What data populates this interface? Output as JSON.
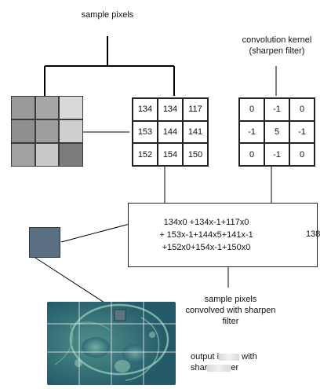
{
  "labels": {
    "sample_pixels": "sample pixels",
    "kernel_line1": "convolution kernel",
    "kernel_line2": "(sharpen filter)",
    "convolved_line1": "sample pixels",
    "convolved_line2": "convolved with sharpen",
    "convolved_line3": "filter",
    "output_line1": "output i",
    "output_line1_b": "with",
    "output_line2": "shar",
    "output_line2_b": "er"
  },
  "sample_grey_swatches": [
    "#9a9a9a",
    "#a6a6a6",
    "#d9d9d9",
    "#8f8f8f",
    "#9d9d9d",
    "#cfcfcf",
    "#a2a2a2",
    "#c9c9c9",
    "#7c7c7c"
  ],
  "sample_values": [
    [
      "134",
      "134",
      "117"
    ],
    [
      "153",
      "144",
      "141"
    ],
    [
      "152",
      "154",
      "150"
    ]
  ],
  "kernel_values": [
    [
      "0",
      "-1",
      "0"
    ],
    [
      "-1",
      "5",
      "-1"
    ],
    [
      "0",
      "-1",
      "0"
    ]
  ],
  "equation": {
    "line1": "134x0 +134x-1+117x0",
    "line2": "+ 153x-1+144x5+141x-1",
    "line3": "+152x0+154x-1+150x0",
    "result": "138"
  },
  "colors": {
    "output_pixel": "#5a6f82",
    "image_bg": "#2f6b74",
    "image_highlight": "#6aa5a0"
  }
}
